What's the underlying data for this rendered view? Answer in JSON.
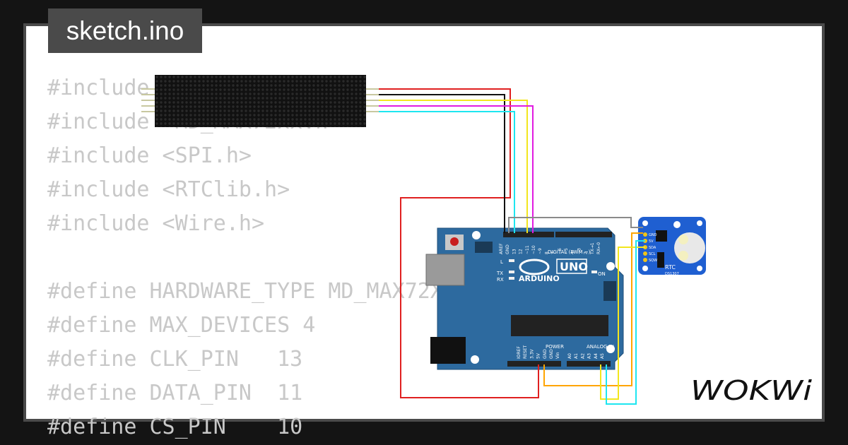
{
  "editor": {
    "tab_title": "sketch.ino",
    "code_lines": [
      "#include <MD_Parola.h>",
      "#include <MD_MAX72xx.h>",
      "#include <SPI.h>",
      "#include <RTClib.h>",
      "#include <Wire.h>",
      "",
      "#define HARDWARE_TYPE MD_MAX72XX::PAROLA_HW",
      "#define MAX_DEVICES 4",
      "#define CLK_PIN   13",
      "#define DATA_PIN  11",
      "#define CS_PIN    10"
    ]
  },
  "arduino": {
    "brand": "ARDUINO",
    "model": "UNO",
    "digital_label": "DIGITAL (PWM ~)",
    "power_label": "POWER",
    "analog_label": "ANALOG IN",
    "on_label": "ON",
    "led_l": "L",
    "led_tx": "TX",
    "led_rx": "RX",
    "top_pins": [
      "AREF",
      "GND",
      "13",
      "12",
      "~11",
      "~10",
      "~9",
      "8",
      "7",
      "~6",
      "~5",
      "4",
      "~3",
      "2",
      "TX→1",
      "RX←0"
    ],
    "power_pins": [
      "IOREF",
      "RESET",
      "3.3V",
      "5V",
      "GND",
      "GND",
      "Vin"
    ],
    "analog_pins": [
      "A0",
      "A1",
      "A2",
      "A3",
      "A4",
      "A5"
    ]
  },
  "rtc": {
    "label": "RTC",
    "chip": "DS1307",
    "pins": [
      "GND",
      "5V",
      "SDA",
      "SCL",
      "SQW"
    ]
  },
  "colors": {
    "board": "#2d6a9f",
    "matrix": "#111111",
    "rtc_board": "#1f5fd1",
    "wire_red": "#e02020",
    "wire_black": "#111111",
    "wire_yellow": "#f2e61e",
    "wire_magenta": "#e11be1",
    "wire_cyan": "#1ee6f0",
    "wire_orange": "#ffa500",
    "wire_gray": "#8a8a8a"
  },
  "brand": {
    "logo_text": "WOKWi"
  }
}
